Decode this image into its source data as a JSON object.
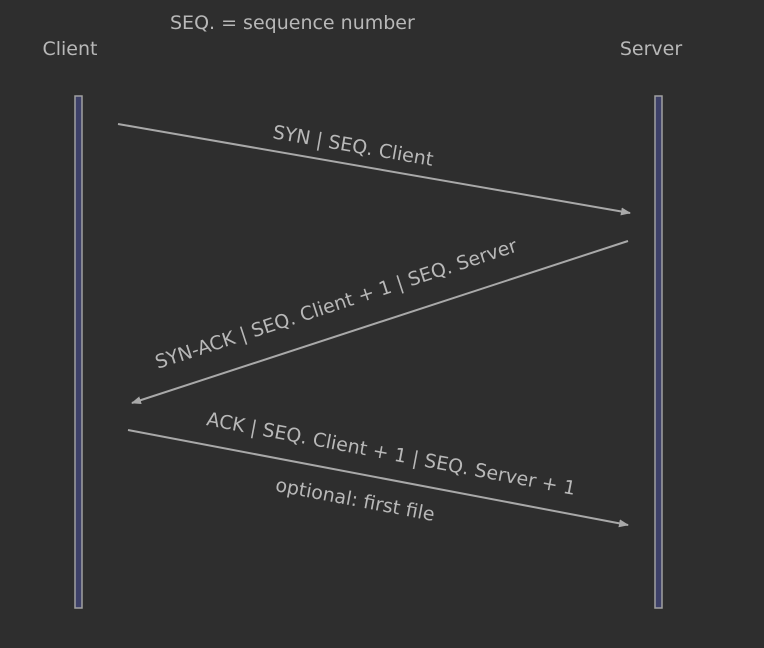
{
  "note": "SEQ. = sequence number",
  "participants": {
    "client": "Client",
    "server": "Server"
  },
  "messages": [
    {
      "label": "SYN | SEQ. Client",
      "direction": "client-to-server"
    },
    {
      "label": "SYN-ACK | SEQ. Client + 1 | SEQ. Server",
      "direction": "server-to-client"
    },
    {
      "label": "ACK | SEQ. Client + 1 | SEQ. Server + 1",
      "sublabel": "optional: first file",
      "direction": "client-to-server"
    }
  ],
  "colors": {
    "background": "#2e2e2e",
    "text": "#b8b8b8",
    "arrow": "#a9a9a9",
    "lifeline_fill": "#3d4068",
    "lifeline_border": "#a0a0a0"
  }
}
